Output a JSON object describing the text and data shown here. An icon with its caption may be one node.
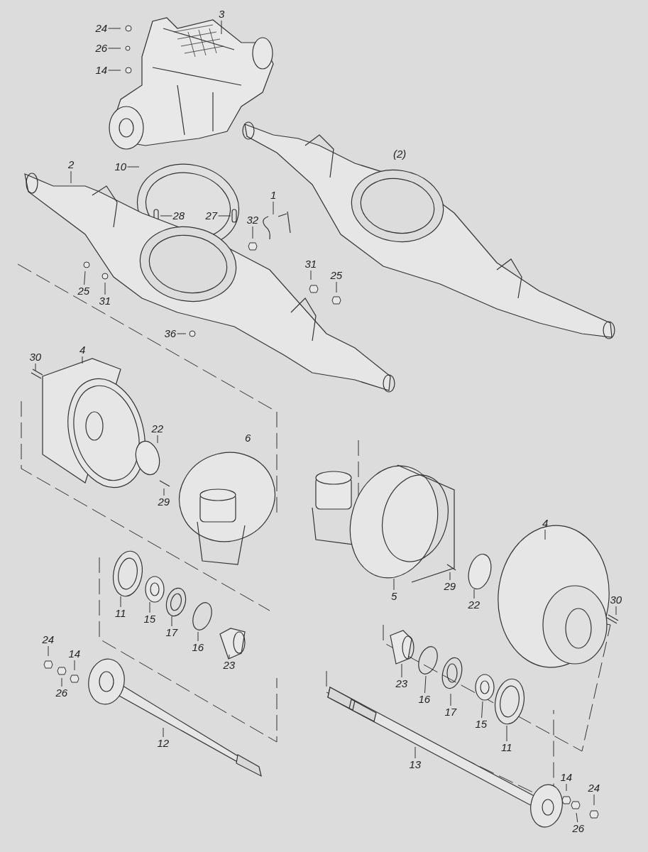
{
  "diagram": {
    "nodes": [
      {
        "text": [
          "24"
        ]
      },
      {
        "text": [
          "26"
        ]
      },
      {
        "text": [
          "14"
        ]
      },
      {
        "text": [
          "3"
        ]
      },
      {
        "text": [
          "10"
        ]
      },
      {
        "text": [
          "2"
        ]
      },
      {
        "text": [
          "28"
        ]
      },
      {
        "text": [
          "27"
        ]
      },
      {
        "text": [
          "1"
        ]
      },
      {
        "text": [
          "32"
        ]
      },
      {
        "text": [
          "25"
        ]
      },
      {
        "text": [
          "31"
        ]
      },
      {
        "text": [
          "31"
        ]
      },
      {
        "text": [
          "25"
        ]
      },
      {
        "text": [
          "36"
        ]
      },
      {
        "text": [
          "30"
        ]
      },
      {
        "text": [
          "4"
        ]
      },
      {
        "text": [
          "22"
        ]
      },
      {
        "text": [
          "29"
        ]
      },
      {
        "text": [
          "11"
        ]
      },
      {
        "text": [
          "15"
        ]
      },
      {
        "text": [
          "17"
        ]
      },
      {
        "text": [
          "16"
        ]
      },
      {
        "text": [
          "23"
        ]
      },
      {
        "text": [
          "24"
        ]
      },
      {
        "text": [
          "26"
        ]
      },
      {
        "text": [
          "14"
        ]
      },
      {
        "text": [
          "12"
        ]
      },
      {
        "text": [
          "13"
        ]
      },
      {
        "text": [
          "23"
        ]
      },
      {
        "text": [
          "16"
        ]
      },
      {
        "text": [
          "17"
        ]
      },
      {
        "text": [
          "15"
        ]
      },
      {
        "text": [
          "11"
        ]
      },
      {
        "text": [
          "14"
        ]
      },
      {
        "text": [
          "24"
        ]
      },
      {
        "text": [
          "26"
        ]
      },
      {
        "text": [
          "5"
        ]
      },
      {
        "text": [
          "29"
        ]
      },
      {
        "text": [
          "22"
        ]
      },
      {
        "text": [
          "4"
        ]
      },
      {
        "text": [
          "30"
        ]
      }
    ],
    "edges": [
      {
        "from": 0,
        "to": null,
        "arrow": "none"
      },
      {
        "from": 1,
        "to": null,
        "arrow": "none"
      },
      {
        "from": 2,
        "to": null,
        "arrow": "none"
      },
      {
        "from": 3,
        "to": null,
        "arrow": "none"
      },
      {
        "from": 4,
        "to": null,
        "arrow": "none"
      },
      {
        "from": 5,
        "to": null,
        "arrow": "none"
      },
      {
        "from": 6,
        "to": null,
        "arrow": "none"
      },
      {
        "from": 7,
        "to": null,
        "arrow": "none"
      },
      {
        "from": 8,
        "to": null,
        "arrow": "none"
      },
      {
        "from": 9,
        "to": null,
        "arrow": "none"
      },
      {
        "from": 10,
        "to": null,
        "arrow": "none"
      },
      {
        "from": 11,
        "to": null,
        "arrow": "none"
      },
      {
        "from": 12,
        "to": null,
        "arrow": "none"
      },
      {
        "from": 13,
        "to": null,
        "arrow": "none"
      },
      {
        "from": 14,
        "to": null,
        "arrow": "none"
      },
      {
        "from": 15,
        "to": null,
        "arrow": "none"
      },
      {
        "from": 16,
        "to": null,
        "arrow": "none"
      },
      {
        "from": 17,
        "to": null,
        "arrow": "none"
      },
      {
        "from": 18,
        "to": null,
        "arrow": "none"
      },
      {
        "from": 19,
        "to": null,
        "arrow": "none"
      },
      {
        "from": 20,
        "to": null,
        "arrow": "none"
      },
      {
        "from": 21,
        "to": null,
        "arrow": "none"
      },
      {
        "from": 22,
        "to": null,
        "arrow": "none"
      },
      {
        "from": 23,
        "to": null,
        "arrow": "none"
      },
      {
        "from": 24,
        "to": null,
        "arrow": "none"
      },
      {
        "from": 25,
        "to": null,
        "arrow": "none"
      },
      {
        "from": 26,
        "to": null,
        "arrow": "none"
      },
      {
        "from": 27,
        "to": null,
        "arrow": "none"
      },
      {
        "from": 28,
        "to": null,
        "arrow": "none"
      },
      {
        "from": 29,
        "to": null,
        "arrow": "none"
      },
      {
        "from": 30,
        "to": null,
        "arrow": "none"
      },
      {
        "from": 31,
        "to": null,
        "arrow": "none"
      },
      {
        "from": 32,
        "to": null,
        "arrow": "none"
      },
      {
        "from": 33,
        "to": null,
        "arrow": "none"
      },
      {
        "from": 34,
        "to": null,
        "arrow": "none"
      },
      {
        "from": 35,
        "to": null,
        "arrow": "none"
      },
      {
        "from": 36,
        "to": null,
        "arrow": "none"
      },
      {
        "from": 37,
        "to": null,
        "arrow": "none"
      },
      {
        "from": 38,
        "to": null,
        "arrow": "none"
      },
      {
        "from": 39,
        "to": null,
        "arrow": "none"
      },
      {
        "from": 40,
        "to": null,
        "arrow": "none"
      },
      {
        "from": 41,
        "to": null,
        "arrow": "none"
      }
    ],
    "labels": [
      "(2)",
      "6"
    ]
  }
}
